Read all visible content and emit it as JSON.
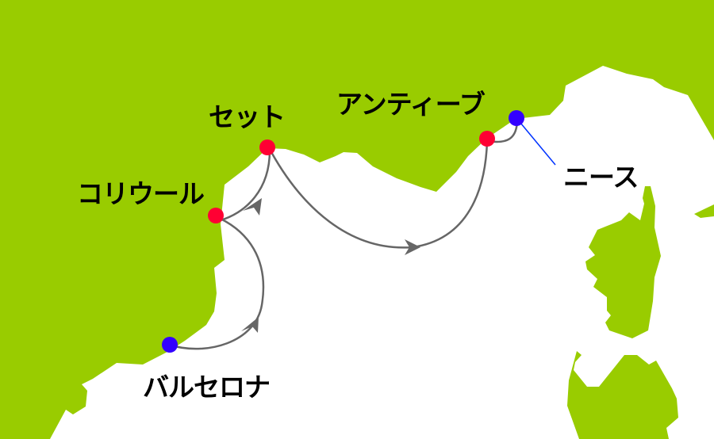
{
  "colors": {
    "land": "#99CC00",
    "sea": "#FFFFFF",
    "port_stop": "#FF0033",
    "port_endpoint": "#3300FF",
    "route": "#666666",
    "leader_line": "#0033FF"
  },
  "places": [
    {
      "id": "barcelona",
      "label": "バルセロナ",
      "type": "endpoint"
    },
    {
      "id": "collioure",
      "label": "コリウール",
      "type": "stop"
    },
    {
      "id": "sete",
      "label": "セット",
      "type": "stop"
    },
    {
      "id": "antibes",
      "label": "アンティーブ",
      "type": "stop"
    },
    {
      "id": "nice",
      "label": "ニース",
      "type": "endpoint"
    }
  ],
  "route_order": [
    "barcelona",
    "collioure",
    "sete",
    "antibes",
    "nice"
  ]
}
